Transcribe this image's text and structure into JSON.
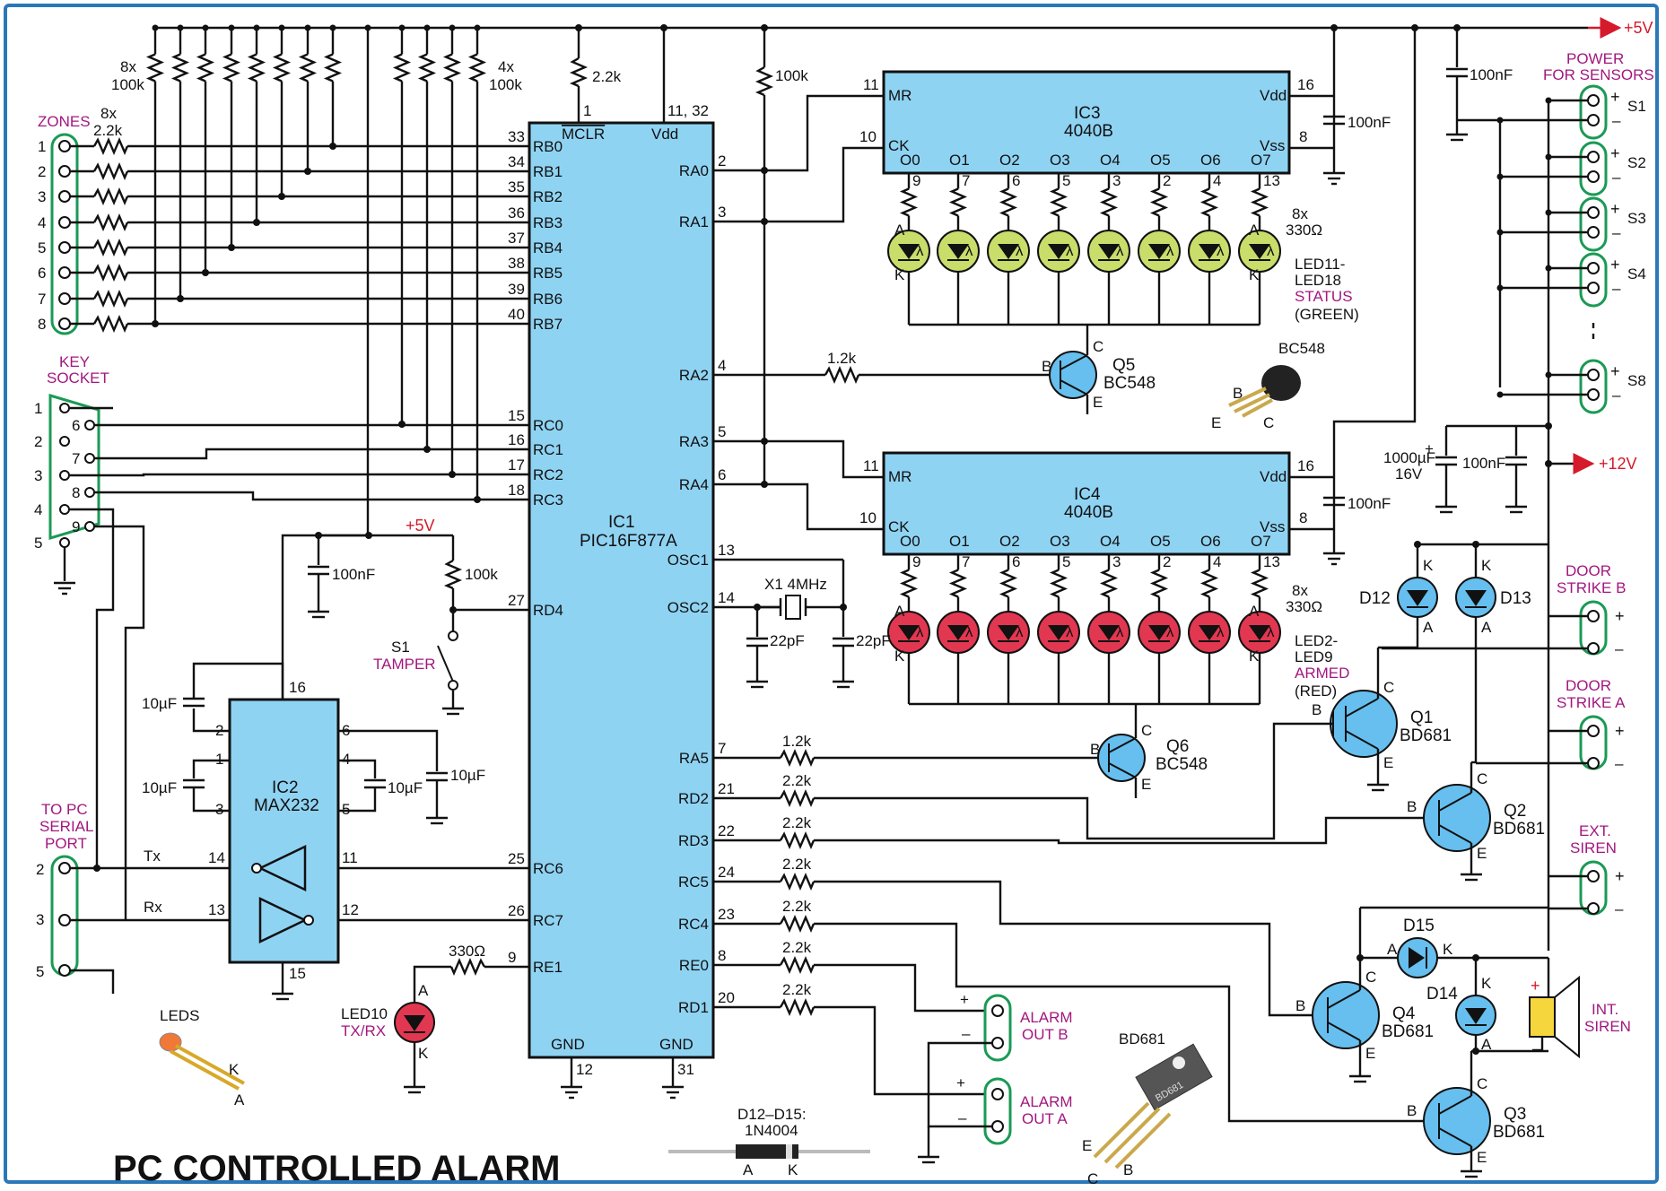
{
  "title": "PC CONTROLLED ALARM",
  "rails": {
    "plus5v": "+5V",
    "plus12v": "+12V"
  },
  "ic1": {
    "name": "IC1",
    "part": "PIC16F877A",
    "left_pins": [
      {
        "num": "33",
        "name": "RB0"
      },
      {
        "num": "34",
        "name": "RB1"
      },
      {
        "num": "35",
        "name": "RB2"
      },
      {
        "num": "36",
        "name": "RB3"
      },
      {
        "num": "37",
        "name": "RB4"
      },
      {
        "num": "38",
        "name": "RB5"
      },
      {
        "num": "39",
        "name": "RB6"
      },
      {
        "num": "40",
        "name": "RB7"
      },
      {
        "num": "15",
        "name": "RC0"
      },
      {
        "num": "16",
        "name": "RC1"
      },
      {
        "num": "17",
        "name": "RC2"
      },
      {
        "num": "18",
        "name": "RC3"
      },
      {
        "num": "27",
        "name": "RD4"
      },
      {
        "num": "25",
        "name": "RC6"
      },
      {
        "num": "26",
        "name": "RC7"
      },
      {
        "num": "9",
        "name": "RE1"
      }
    ],
    "right_pins": [
      {
        "num": "2",
        "name": "RA0"
      },
      {
        "num": "3",
        "name": "RA1"
      },
      {
        "num": "4",
        "name": "RA2"
      },
      {
        "num": "5",
        "name": "RA3"
      },
      {
        "num": "6",
        "name": "RA4"
      },
      {
        "num": "13",
        "name": "OSC1"
      },
      {
        "num": "14",
        "name": "OSC2"
      },
      {
        "num": "7",
        "name": "RA5"
      },
      {
        "num": "21",
        "name": "RD2"
      },
      {
        "num": "22",
        "name": "RD3"
      },
      {
        "num": "24",
        "name": "RC5"
      },
      {
        "num": "23",
        "name": "RC4"
      },
      {
        "num": "8",
        "name": "RE0"
      },
      {
        "num": "20",
        "name": "RD1"
      }
    ],
    "top": {
      "mclr": "MCLR",
      "mclr_num": "1",
      "vdd": "Vdd",
      "vdd_num": "11, 32"
    },
    "bottom": [
      {
        "name": "GND",
        "num": "12"
      },
      {
        "name": "GND",
        "num": "31"
      }
    ]
  },
  "ic3": {
    "name": "IC3",
    "part": "4040B",
    "mr": "MR",
    "ck": "CK",
    "vdd": "Vdd",
    "vss": "Vss",
    "mr_num": "11",
    "ck_num": "10",
    "vdd_num": "16",
    "vss_num": "8",
    "outputs": [
      "O0",
      "O1",
      "O2",
      "O3",
      "O4",
      "O5",
      "O6",
      "O7"
    ],
    "out_nums": [
      "9",
      "7",
      "6",
      "5",
      "3",
      "2",
      "4",
      "13"
    ]
  },
  "ic4": {
    "name": "IC4",
    "part": "4040B",
    "mr": "MR",
    "ck": "CK",
    "vdd": "Vdd",
    "vss": "Vss",
    "mr_num": "11",
    "ck_num": "10",
    "vdd_num": "16",
    "vss_num": "8",
    "outputs": [
      "O0",
      "O1",
      "O2",
      "O3",
      "O4",
      "O5",
      "O6",
      "O7"
    ],
    "out_nums": [
      "9",
      "7",
      "6",
      "5",
      "3",
      "2",
      "4",
      "13"
    ]
  },
  "ic2": {
    "name": "IC2",
    "part": "MAX232",
    "pins": {
      "p16": "16",
      "p2": "2",
      "p6": "6",
      "p1": "1",
      "p3": "3",
      "p4": "4",
      "p5": "5",
      "p14": "14",
      "p11": "11",
      "p13": "13",
      "p12": "12",
      "p15": "15"
    },
    "tx": "Tx",
    "rx": "Rx"
  },
  "resistors": {
    "r8x100k": [
      "8x",
      "100k"
    ],
    "r4x100k": [
      "4x",
      "100k"
    ],
    "r8x22k": [
      "8x",
      "2.2k"
    ],
    "mclr": "2.2k",
    "r100k_a": "100k",
    "r100k_rd4": "100k",
    "r12k_a": "1.2k",
    "r12k_b": "1.2k",
    "r22k": [
      "2.2k",
      "2.2k",
      "2.2k",
      "2.2k",
      "2.2k",
      "2.2k"
    ],
    "r330_led10": "330Ω",
    "r8x330_a": [
      "8x",
      "330Ω"
    ],
    "r8x330_b": [
      "8x",
      "330Ω"
    ]
  },
  "caps": {
    "c100nF": "100nF",
    "c10uF": "10µF",
    "c22pF": "22pF",
    "c1000uF": [
      "1000µF",
      "16V"
    ]
  },
  "crystal": [
    "X1 4MHz"
  ],
  "zones": {
    "label": "ZONES",
    "nums": [
      "1",
      "2",
      "3",
      "4",
      "5",
      "6",
      "7",
      "8"
    ]
  },
  "key_socket": {
    "label": [
      "KEY",
      "SOCKET"
    ],
    "nums": [
      "1",
      "6",
      "2",
      "7",
      "3",
      "8",
      "4",
      "9",
      "5"
    ]
  },
  "pc_port": {
    "label": [
      "TO PC",
      "SERIAL",
      "PORT"
    ],
    "nums": [
      "2",
      "3",
      "5"
    ]
  },
  "tamper": {
    "name": "S1",
    "label": "TAMPER"
  },
  "led10": {
    "name": "LED10",
    "label": "TX/RX"
  },
  "leds_status": {
    "name": [
      "LED11-",
      "LED18"
    ],
    "label": "STATUS",
    "color": "(GREEN)"
  },
  "leds_armed": {
    "name": [
      "LED2-",
      "LED9"
    ],
    "label": "ARMED",
    "color": "(RED)"
  },
  "transistors": [
    {
      "name": "Q5",
      "part": "BC548"
    },
    {
      "name": "Q6",
      "part": "BC548"
    },
    {
      "name": "Q1",
      "part": "BD681"
    },
    {
      "name": "Q2",
      "part": "BD681"
    },
    {
      "name": "Q4",
      "part": "BD681"
    },
    {
      "name": "Q3",
      "part": "BD681"
    }
  ],
  "diodes": [
    "D12",
    "D13",
    "D14",
    "D15"
  ],
  "diode_note": [
    "D12–D15:",
    "1N4004"
  ],
  "power_sensors": {
    "label": [
      "POWER",
      "FOR SENSORS"
    ],
    "sensors": [
      "S1",
      "S2",
      "S3",
      "S4",
      "S8"
    ]
  },
  "outputs": {
    "door_b": [
      "DOOR",
      "STRIKE B"
    ],
    "door_a": [
      "DOOR",
      "STRIKE A"
    ],
    "ext_siren": [
      "EXT.",
      "SIREN"
    ],
    "int_siren": [
      "INT.",
      "SIREN"
    ],
    "alarm_b": [
      "ALARM",
      "OUT B"
    ],
    "alarm_a": [
      "ALARM",
      "OUT A"
    ]
  },
  "pin_letters": {
    "a": "A",
    "k": "K",
    "b": "B",
    "c": "C",
    "e": "E",
    "lambda": "λ"
  },
  "part_sketches": {
    "leds": "LEDS",
    "bc548": "BC548",
    "bd681": "BD681",
    "bd681_mark": "BD681"
  },
  "colors": {
    "ic": "#8fd3f3",
    "transistor": "#66bfee",
    "led_green": "#c9dd6a",
    "led_red": "#e23751",
    "label_magenta": "#a2177f",
    "rail_red": "#d51a2b",
    "terminal_green": "#1a9a55"
  }
}
